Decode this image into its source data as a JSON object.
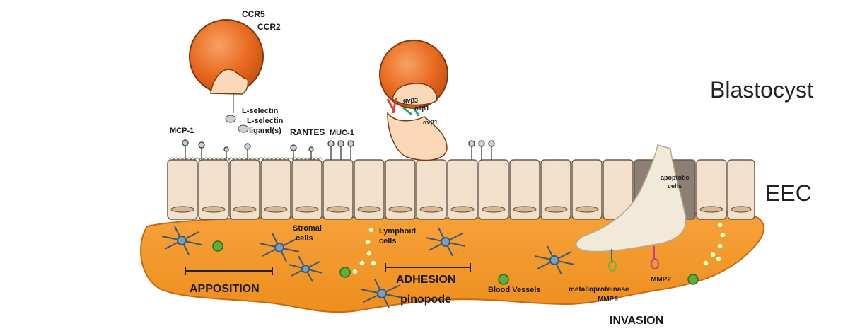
{
  "title_labels": {
    "blastocyst": "Blastocyst",
    "eec": "EEC"
  },
  "receptor_labels": {
    "ccr5": "CCR5",
    "ccr2": "CCR2",
    "l_selectin": "L-selectin",
    "l_selectin_2": "L-selectin",
    "ligands": "ligand(s)",
    "mcp1": "MCP-1",
    "rantes": "RANTES",
    "muc1": "MUC-1",
    "integrin_a": "αvβ3",
    "integrin_b": "α4β1",
    "integrin_c": "αvβ1"
  },
  "cell_labels": {
    "stromal": "Stromal",
    "stromal_2": "cells",
    "lymphoid": "Lymphoid",
    "lymphoid_2": "cells",
    "apoptotic": "apoptotic",
    "apoptotic_2": "cells",
    "blood_vessels": "Blood Vessels",
    "metalloproteinase": "metalloproteinase",
    "mmp9": "MMP9",
    "mmp2": "MMP2"
  },
  "phase_labels": {
    "apposition": "APPOSITION",
    "adhesion": "ADHESION",
    "pinopode": "pinopode",
    "invasion": "INVASION"
  },
  "colors": {
    "stroma": "#f39a2c",
    "blastocyst_outer": "#e8691f",
    "blastocyst_inner": "#fbd9b8",
    "epithelium": "#f2e0cc",
    "apoptotic": "#8e7f74",
    "blood_vessel": "#5fae3c",
    "lymphoid": "#fff3a8"
  }
}
